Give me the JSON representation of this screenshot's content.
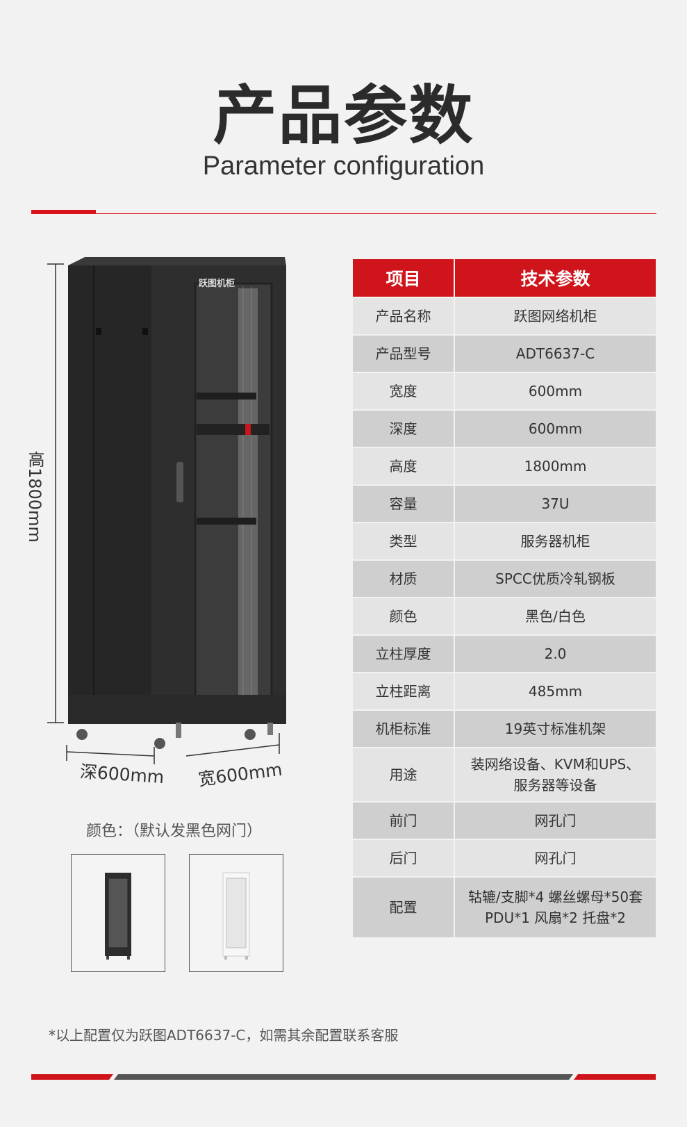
{
  "header": {
    "title_zh": "产品参数",
    "title_en": "Parameter configuration"
  },
  "colors": {
    "accent": "#d0141c",
    "row_light": "#e4e4e4",
    "row_dark": "#cfcfcf",
    "cabinet": "#2a2a2a",
    "footer_dark": "#555555"
  },
  "illustration": {
    "height_label": "高1800mm",
    "depth_label": "深600mm",
    "width_label": "宽600mm",
    "cabinet_brand": "跃图机柜",
    "color_caption": "颜色：（默认发黑色网门）"
  },
  "table": {
    "headers": [
      "项目",
      "技术参数"
    ],
    "rows": [
      {
        "key": "产品名称",
        "value": "跃图网络机柜"
      },
      {
        "key": "产品型号",
        "value": "ADT6637-C"
      },
      {
        "key": "宽度",
        "value": "600mm"
      },
      {
        "key": "深度",
        "value": "600mm"
      },
      {
        "key": "高度",
        "value": "1800mm"
      },
      {
        "key": "容量",
        "value": "37U"
      },
      {
        "key": "类型",
        "value": "服务器机柜"
      },
      {
        "key": "材质",
        "value": "SPCC优质冷轧钢板"
      },
      {
        "key": "颜色",
        "value": "黑色/白色"
      },
      {
        "key": "立柱厚度",
        "value": "2.0"
      },
      {
        "key": "立柱距离",
        "value": "485mm"
      },
      {
        "key": "机柜标准",
        "value": "19英寸标准机架"
      },
      {
        "key": "用途",
        "value": "装网络设备、KVM和UPS、",
        "value2": "服务器等设备"
      },
      {
        "key": "前门",
        "value": "网孔门"
      },
      {
        "key": "后门",
        "value": "网孔门"
      },
      {
        "key": "配置",
        "value": "轱辘/支脚*4 螺丝螺母*50套",
        "value2": "PDU*1 风扇*2  托盘*2"
      }
    ]
  },
  "footnote": "*以上配置仅为跃图ADT6637-C，如需其余配置联系客服"
}
